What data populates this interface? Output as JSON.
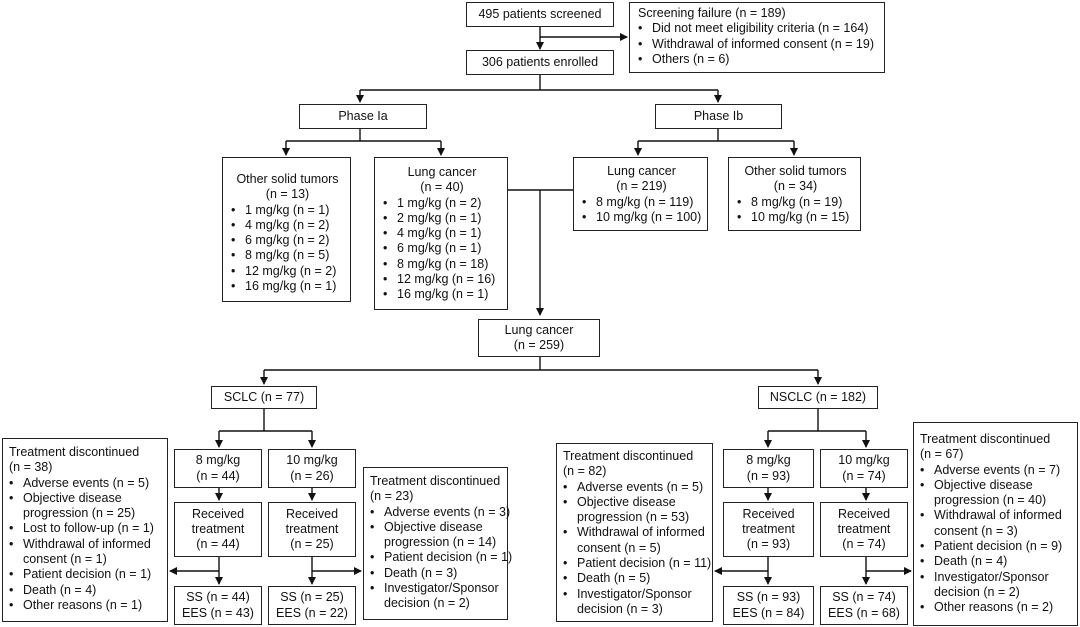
{
  "screened": "495 patients screened",
  "enrolled": "306 patients enrolled",
  "screening_failure": {
    "title": "Screening failure (n = 189)",
    "items": [
      "Did not meet eligibility criteria (n = 164)",
      "Withdrawal of informed consent (n = 19)",
      "Others (n = 6)"
    ]
  },
  "phase_ia": "Phase Ia",
  "phase_ib": "Phase Ib",
  "ia_other": {
    "title": "Other solid tumors",
    "n": "(n = 13)",
    "items": [
      "1 mg/kg (n = 1)",
      "4 mg/kg (n = 2)",
      "6 mg/kg (n = 2)",
      "8 mg/kg (n = 5)",
      "12 mg/kg (n = 2)",
      "16 mg/kg (n = 1)"
    ]
  },
  "ia_lung": {
    "title": "Lung cancer",
    "n": "(n = 40)",
    "items": [
      "1 mg/kg (n = 2)",
      "2 mg/kg (n = 1)",
      "4 mg/kg (n = 1)",
      "6 mg/kg (n = 1)",
      "8 mg/kg (n = 18)",
      "12 mg/kg (n = 16)",
      "16 mg/kg (n = 1)"
    ]
  },
  "ib_lung": {
    "title": "Lung cancer",
    "n": "(n = 219)",
    "items": [
      "8 mg/kg (n = 119)",
      "10 mg/kg (n = 100)"
    ]
  },
  "ib_other": {
    "title": "Other solid tumors",
    "n": "(n = 34)",
    "items": [
      "8 mg/kg (n = 19)",
      "10 mg/kg (n = 15)"
    ]
  },
  "lung_total": {
    "title": "Lung cancer",
    "n": "(n = 259)"
  },
  "sclc": "SCLC (n = 77)",
  "nsclc": "NSCLC (n = 182)",
  "sclc_8": {
    "dose": "8 mg/kg",
    "n": "(n = 44)",
    "rt1": "Received",
    "rt2": "treatment",
    "rtn": "(n = 44)",
    "ss": "SS (n = 44)",
    "ees": "EES (n = 43)"
  },
  "sclc_10": {
    "dose": "10 mg/kg",
    "n": "(n = 26)",
    "rt1": "Received",
    "rt2": "treatment",
    "rtn": "(n = 25)",
    "ss": "SS (n = 25)",
    "ees": "EES (n = 22)"
  },
  "nsclc_8": {
    "dose": "8 mg/kg",
    "n": "(n = 93)",
    "rt1": "Received",
    "rt2": "treatment",
    "rtn": "(n = 93)",
    "ss": "SS (n = 93)",
    "ees": "EES (n = 84)"
  },
  "nsclc_10": {
    "dose": "10 mg/kg",
    "n": "(n = 74)",
    "rt1": "Received",
    "rt2": "treatment",
    "rtn": "(n = 74)",
    "ss": "SS (n = 74)",
    "ees": "EES (n = 68)"
  },
  "disc_sclc_8": {
    "title": "Treatment discontinued",
    "n": "(n = 38)",
    "lines": [
      {
        "b": true,
        "t": "Adverse events (n = 5)"
      },
      {
        "b": true,
        "t": "Objective disease"
      },
      {
        "b": false,
        "t": "progression (n = 25)"
      },
      {
        "b": true,
        "t": "Lost to follow-up (n = 1)"
      },
      {
        "b": true,
        "t": "Withdrawal of informed"
      },
      {
        "b": false,
        "t": "consent (n = 1)"
      },
      {
        "b": true,
        "t": "Patient decision (n = 1)"
      },
      {
        "b": true,
        "t": "Death (n = 4)"
      },
      {
        "b": true,
        "t": "Other reasons (n = 1)"
      }
    ]
  },
  "disc_sclc_10": {
    "title": "Treatment discontinued",
    "n": "(n = 23)",
    "lines": [
      {
        "b": true,
        "t": "Adverse events (n = 3)"
      },
      {
        "b": true,
        "t": "Objective disease"
      },
      {
        "b": false,
        "t": "progression (n = 14)"
      },
      {
        "b": true,
        "t": "Patient decision (n = 1)"
      },
      {
        "b": true,
        "t": "Death (n = 3)"
      },
      {
        "b": true,
        "t": "Investigator/Sponsor"
      },
      {
        "b": false,
        "t": "decision (n = 2)"
      }
    ]
  },
  "disc_nsclc_8": {
    "title": "Treatment discontinued",
    "n": "(n = 82)",
    "lines": [
      {
        "b": true,
        "t": "Adverse events (n = 5)"
      },
      {
        "b": true,
        "t": "Objective disease"
      },
      {
        "b": false,
        "t": "progression (n = 53)"
      },
      {
        "b": true,
        "t": "Withdrawal of informed"
      },
      {
        "b": false,
        "t": "consent (n = 5)"
      },
      {
        "b": true,
        "t": "Patient decision (n = 11)"
      },
      {
        "b": true,
        "t": "Death (n = 5)"
      },
      {
        "b": true,
        "t": "Investigator/Sponsor"
      },
      {
        "b": false,
        "t": "decision (n = 3)"
      }
    ]
  },
  "disc_nsclc_10": {
    "title": "Treatment discontinued",
    "n": "(n = 67)",
    "lines": [
      {
        "b": true,
        "t": "Adverse events (n = 7)"
      },
      {
        "b": true,
        "t": "Objective disease"
      },
      {
        "b": false,
        "t": "progression (n = 40)"
      },
      {
        "b": true,
        "t": "Withdrawal of informed"
      },
      {
        "b": false,
        "t": "consent (n = 3)"
      },
      {
        "b": true,
        "t": "Patient decision (n = 9)"
      },
      {
        "b": true,
        "t": "Death (n = 4)"
      },
      {
        "b": true,
        "t": "Investigator/Sponsor"
      },
      {
        "b": false,
        "t": "decision (n = 2)"
      },
      {
        "b": true,
        "t": "Other reasons (n = 2)"
      }
    ]
  }
}
